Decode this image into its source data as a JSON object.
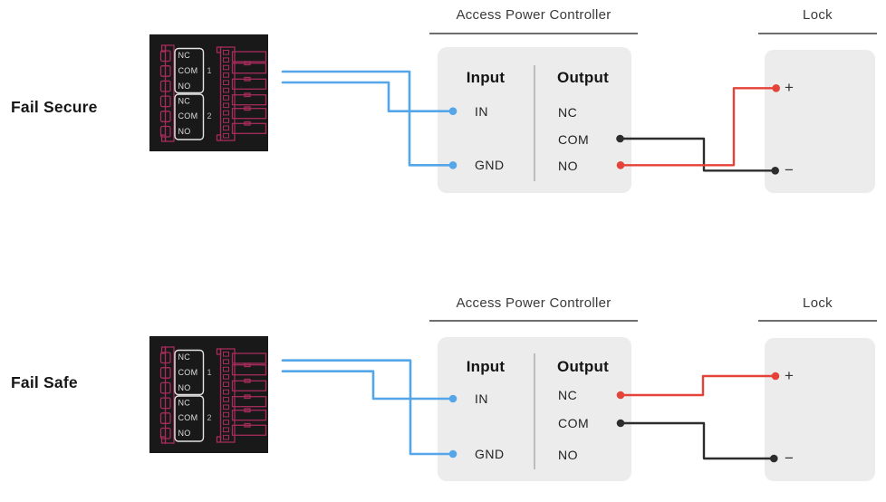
{
  "colors": {
    "wire_blue": "#55a6e8",
    "wire_red": "#e5423a",
    "wire_black": "#2d2d2d",
    "relay_pink": "#a62c5c",
    "relay_pink_bright": "#c03468",
    "block_bg": "#191919",
    "block_text": "#dedede",
    "block_num": "#b9b9b9",
    "block_outline": "#e3e3e3"
  },
  "diagrams": [
    {
      "label": "Fail Secure",
      "controller_title": "Access Power Controller",
      "lock_title": "Lock",
      "input_heading": "Input",
      "output_heading": "Output",
      "input_rows": [
        "IN",
        "GND"
      ],
      "output_rows": [
        "NC",
        "COM",
        "NO"
      ],
      "lock_terminals": [
        "+",
        "−"
      ],
      "relay": {
        "group1": {
          "num": "1",
          "rows": [
            "NC",
            "COM",
            "NO"
          ]
        },
        "group2": {
          "num": "2",
          "rows": [
            "NC",
            "COM",
            "NO"
          ]
        }
      },
      "connections": [
        {
          "wire": "blue",
          "from": "relay output",
          "to": "IN"
        },
        {
          "wire": "blue",
          "from": "relay output",
          "to": "GND"
        },
        {
          "wire": "black",
          "from": "COM",
          "to": "−"
        },
        {
          "wire": "red",
          "from": "NO",
          "to": "+"
        }
      ]
    },
    {
      "label": "Fail Safe",
      "controller_title": "Access Power Controller",
      "lock_title": "Lock",
      "input_heading": "Input",
      "output_heading": "Output",
      "input_rows": [
        "IN",
        "GND"
      ],
      "output_rows": [
        "NC",
        "COM",
        "NO"
      ],
      "lock_terminals": [
        "+",
        "−"
      ],
      "relay": {
        "group1": {
          "num": "1",
          "rows": [
            "NC",
            "COM",
            "NO"
          ]
        },
        "group2": {
          "num": "2",
          "rows": [
            "NC",
            "COM",
            "NO"
          ]
        }
      },
      "connections": [
        {
          "wire": "blue",
          "from": "relay output",
          "to": "IN"
        },
        {
          "wire": "blue",
          "from": "relay output",
          "to": "GND"
        },
        {
          "wire": "red",
          "from": "NC",
          "to": "+"
        },
        {
          "wire": "black",
          "from": "COM",
          "to": "−"
        }
      ]
    }
  ]
}
